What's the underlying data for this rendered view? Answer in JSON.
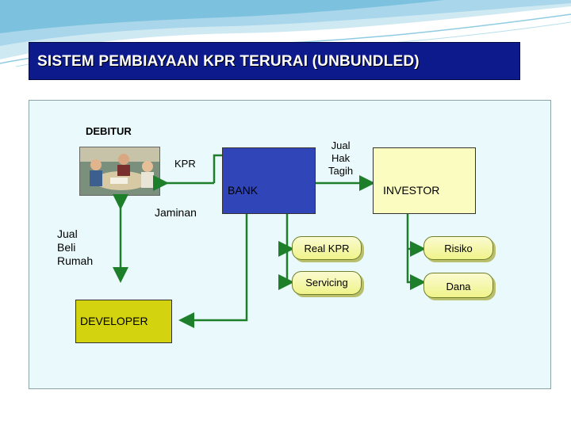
{
  "title": "SISTEM PEMBIAYAAN KPR TERURAI  (UNBUNDLED)",
  "nodes": {
    "debitur": "DEBITUR",
    "kpr": "KPR",
    "jual_hak_tagih": [
      "Jual",
      "Hak",
      "Tagih"
    ],
    "bank": "BANK",
    "investor": "INVESTOR",
    "jaminan": "Jaminan",
    "jual_beli_rumah": [
      "Jual",
      "Beli",
      "Rumah"
    ],
    "real_kpr": "Real KPR",
    "servicing": "Servicing",
    "risiko": "Risiko",
    "dana": "Dana",
    "developer": "DEVELOPER"
  },
  "colors": {
    "title_bg": "#0c1a8c",
    "bank_bg": "#2f45b8",
    "investor_bg": "#fbfcc0",
    "developer_bg": "#d3d30f",
    "arrow": "#1d7f2a"
  }
}
